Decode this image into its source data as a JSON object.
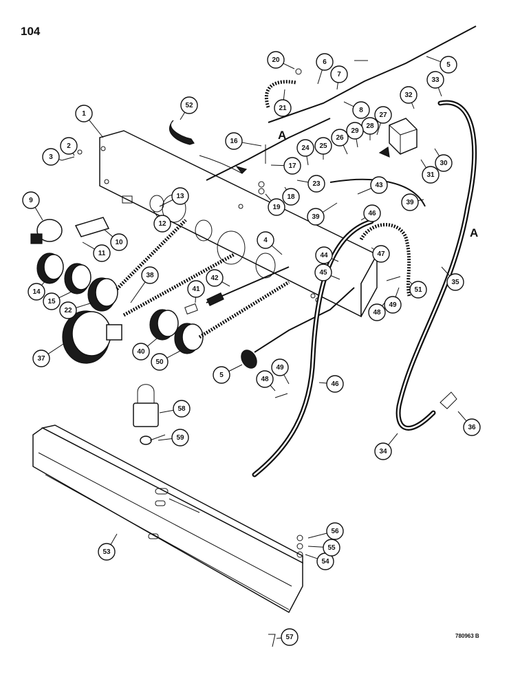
{
  "page": {
    "number": "104",
    "drawing_code": "780963 B"
  },
  "section_markers": [
    "A",
    "A"
  ],
  "callouts": [
    {
      "id": "1",
      "label": "1"
    },
    {
      "id": "2",
      "label": "2"
    },
    {
      "id": "3",
      "label": "3"
    },
    {
      "id": "4",
      "label": "4"
    },
    {
      "id": "5a",
      "label": "5"
    },
    {
      "id": "5b",
      "label": "5"
    },
    {
      "id": "6",
      "label": "6"
    },
    {
      "id": "7",
      "label": "7"
    },
    {
      "id": "8",
      "label": "8"
    },
    {
      "id": "9",
      "label": "9"
    },
    {
      "id": "10",
      "label": "10"
    },
    {
      "id": "11",
      "label": "11"
    },
    {
      "id": "12",
      "label": "12"
    },
    {
      "id": "13",
      "label": "13"
    },
    {
      "id": "14",
      "label": "14"
    },
    {
      "id": "15",
      "label": "15"
    },
    {
      "id": "16",
      "label": "16"
    },
    {
      "id": "17",
      "label": "17"
    },
    {
      "id": "18",
      "label": "18"
    },
    {
      "id": "19",
      "label": "19"
    },
    {
      "id": "20",
      "label": "20"
    },
    {
      "id": "21",
      "label": "21"
    },
    {
      "id": "22",
      "label": "22"
    },
    {
      "id": "23",
      "label": "23"
    },
    {
      "id": "24",
      "label": "24"
    },
    {
      "id": "25",
      "label": "25"
    },
    {
      "id": "26",
      "label": "26"
    },
    {
      "id": "27",
      "label": "27"
    },
    {
      "id": "28",
      "label": "28"
    },
    {
      "id": "29",
      "label": "29"
    },
    {
      "id": "30",
      "label": "30"
    },
    {
      "id": "31",
      "label": "31"
    },
    {
      "id": "32",
      "label": "32"
    },
    {
      "id": "33",
      "label": "33"
    },
    {
      "id": "34",
      "label": "34"
    },
    {
      "id": "35",
      "label": "35"
    },
    {
      "id": "36",
      "label": "36"
    },
    {
      "id": "37",
      "label": "37"
    },
    {
      "id": "38",
      "label": "38"
    },
    {
      "id": "39a",
      "label": "39"
    },
    {
      "id": "39b",
      "label": "39"
    },
    {
      "id": "40",
      "label": "40"
    },
    {
      "id": "41",
      "label": "41"
    },
    {
      "id": "42",
      "label": "42"
    },
    {
      "id": "43",
      "label": "43"
    },
    {
      "id": "44",
      "label": "44"
    },
    {
      "id": "45",
      "label": "45"
    },
    {
      "id": "46a",
      "label": "46"
    },
    {
      "id": "46b",
      "label": "46"
    },
    {
      "id": "47",
      "label": "47"
    },
    {
      "id": "48a",
      "label": "48"
    },
    {
      "id": "48b",
      "label": "48"
    },
    {
      "id": "49a",
      "label": "49"
    },
    {
      "id": "49b",
      "label": "49"
    },
    {
      "id": "50",
      "label": "50"
    },
    {
      "id": "51",
      "label": "51"
    },
    {
      "id": "52",
      "label": "52"
    },
    {
      "id": "53",
      "label": "53"
    },
    {
      "id": "54",
      "label": "54"
    },
    {
      "id": "55",
      "label": "55"
    },
    {
      "id": "56",
      "label": "56"
    },
    {
      "id": "57",
      "label": "57"
    },
    {
      "id": "58",
      "label": "58"
    },
    {
      "id": "59",
      "label": "59"
    }
  ]
}
